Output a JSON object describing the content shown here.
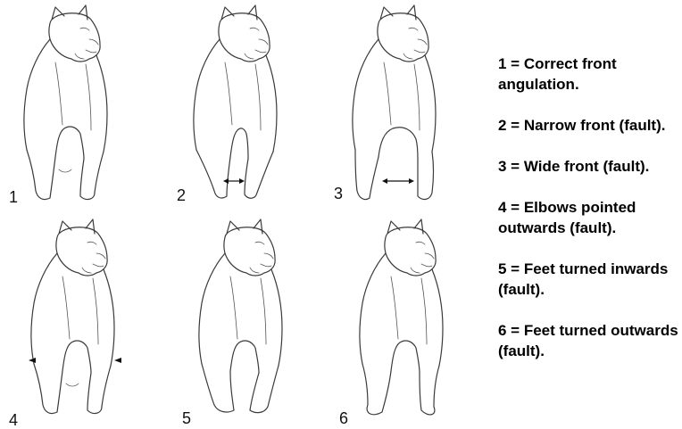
{
  "figures": [
    {
      "label": "1",
      "fault": "correct"
    },
    {
      "label": "2",
      "fault": "narrow"
    },
    {
      "label": "3",
      "fault": "wide"
    },
    {
      "label": "4",
      "fault": "elbows-out"
    },
    {
      "label": "5",
      "fault": "feet-in"
    },
    {
      "label": "6",
      "fault": "feet-out"
    }
  ],
  "legend": [
    "1 = Correct front angulation.",
    "2 = Narrow front (fault).",
    "3 = Wide front (fault).",
    "4 = Elbows pointed outwards (fault).",
    "5 = Feet turned inwards (fault).",
    "6 = Feet turned outwards (fault)."
  ]
}
